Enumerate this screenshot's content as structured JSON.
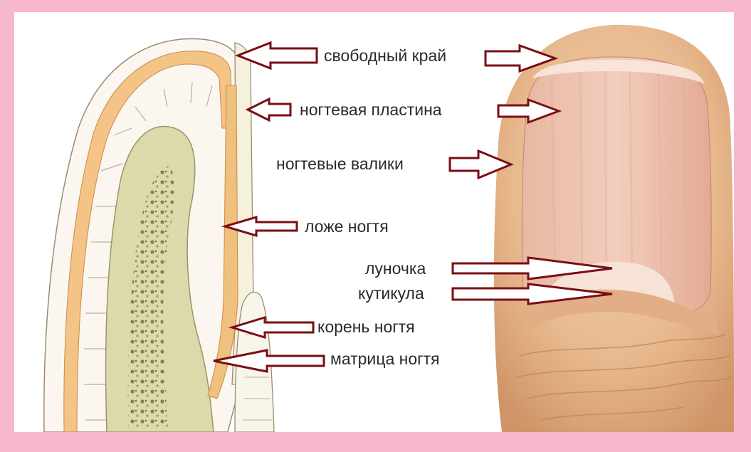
{
  "colors": {
    "border": "#f7b8cb",
    "arrow_stroke": "#7a0e14",
    "arrow_fill": "#ffffff",
    "skin": "#e8b98e",
    "bone": "#d9d5a6",
    "label_text": "#2a2a2a"
  },
  "labels": {
    "free_edge": "свободный край",
    "nail_plate": "ногтевая пластина",
    "nail_folds": "ногтевые валики",
    "nail_bed": "ложе ногтя",
    "lunula": "луночка",
    "cuticle": "кутикула",
    "nail_root": "корень ногтя",
    "nail_matrix": "матрица ногтя"
  }
}
